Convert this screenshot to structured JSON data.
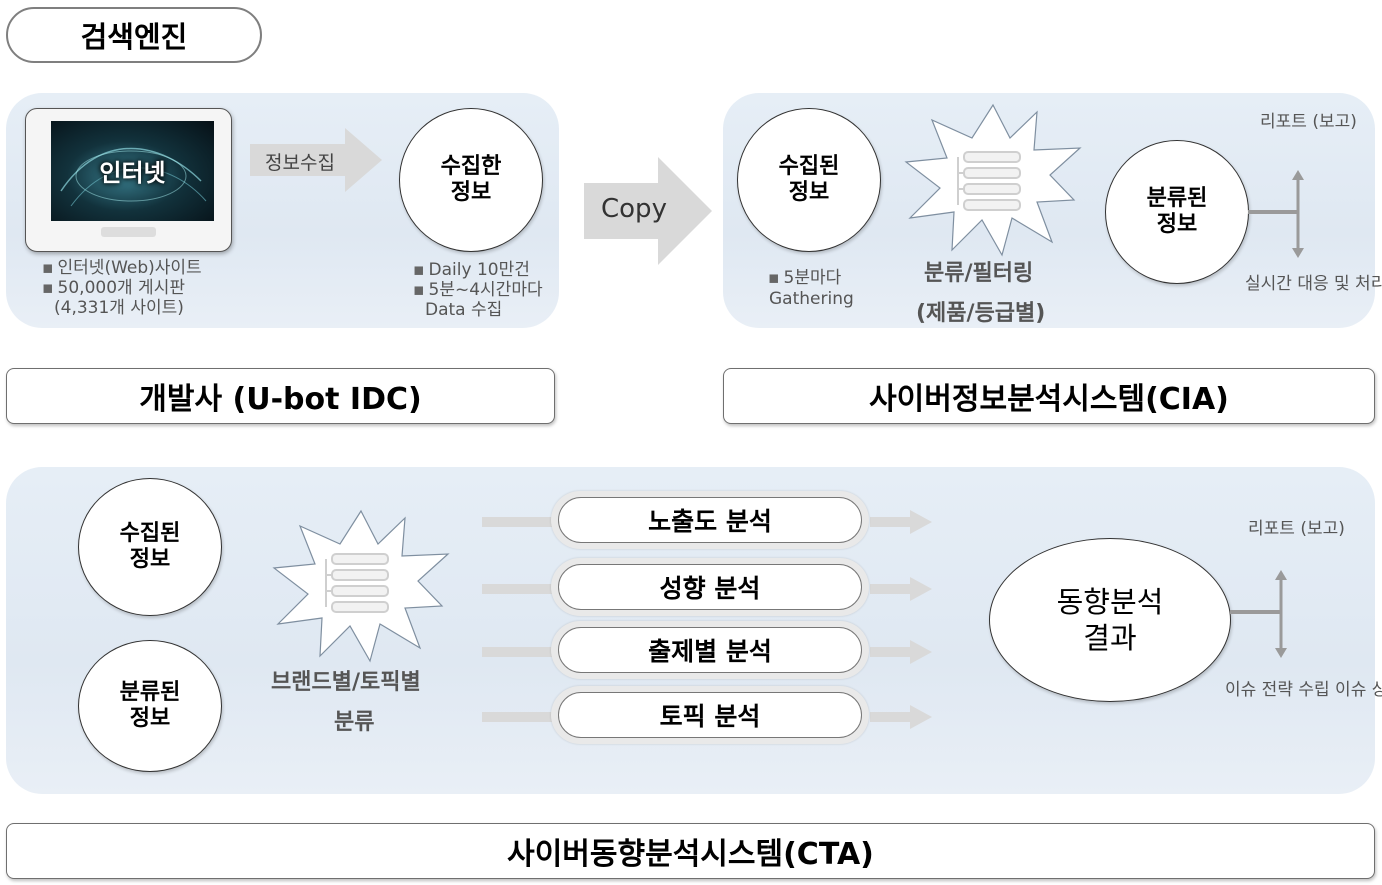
{
  "top_label": "검색엔진",
  "dev": {
    "internet_label": "인터넷",
    "arrow_label": "정보수집",
    "circle_label": "수집한\n정보",
    "bullets_left": [
      "인터넷(Web)사이트",
      "50,000개 게시판"
    ],
    "bullets_left_sub": "(4,331개 사이트)",
    "bullets_right": [
      "Daily 10만건",
      "5분~4시간마다"
    ],
    "bullets_right_sub": "Data 수집",
    "title": "개발사 (U-bot IDC)"
  },
  "copy_label": "Copy",
  "cia": {
    "collected": "수집된\n정보",
    "bullet": "5분마다",
    "bullet_sub": "Gathering",
    "filter_line1": "분류/필터링",
    "filter_line2": "(제품/등급별)",
    "classified": "분류된\n정보",
    "report": "리포트\n(보고)",
    "realtime": "실시간 대응\n및 처리",
    "title": "사이버정보분석시스템(CIA)"
  },
  "cta": {
    "collected": "수집된\n정보",
    "classified": "분류된\n정보",
    "brand_line1": "브랜드별/토픽별",
    "brand_line2": "분류",
    "analyses": [
      "노출도 분석",
      "성향 분석",
      "출제별 분석",
      "토픽 분석"
    ],
    "result": "동향분석\n결과",
    "report": "리포트\n(보고)",
    "issues": "이슈 전략 수립\n이슈 상관 분석",
    "title": "사이버동향분석시스템(CTA)"
  },
  "colors": {
    "panel": "#e3ebf4",
    "arrow": "#d9d9d9",
    "border": "#7f7f7f"
  },
  "icons": [
    "monitor-icon",
    "server-icon",
    "starburst-icon"
  ]
}
